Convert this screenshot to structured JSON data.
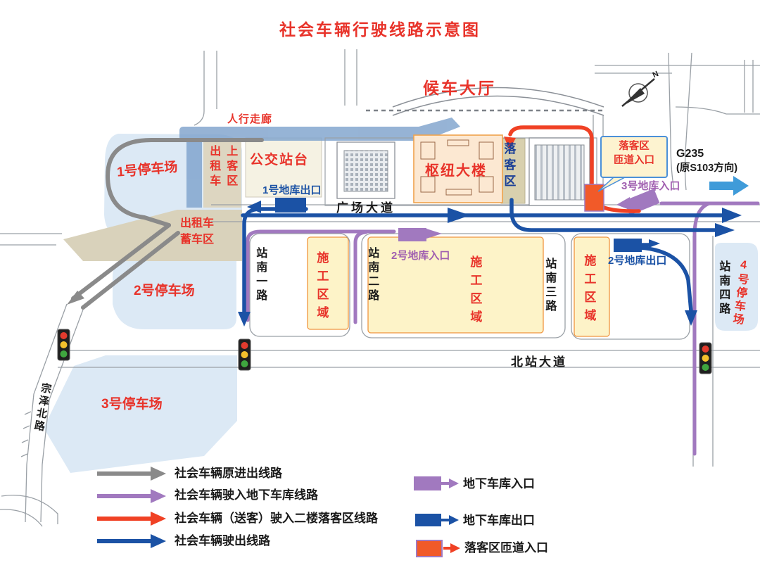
{
  "title": "社会车辆行驶线路示意图",
  "map": {
    "hall": "候车大厅",
    "corridor": "人行走廊",
    "parking1": "1号停车场",
    "parking2": "2号停车场",
    "parking3": "3号停车场",
    "parking4": "4号停车场",
    "taxi_pickup_col1": "出租车",
    "taxi_pickup_col2": "上客区",
    "bus_platform": "公交站台",
    "taxi_queue_line1": "出租车",
    "taxi_queue_line2": "蓄车区",
    "garage1_exit": "1号地库出口",
    "garage2_entry": "2号地库入口",
    "garage2_exit": "2号地库出口",
    "garage3_entry": "3号地库入口",
    "hub_building": "枢纽大楼",
    "dropoff_zone": "落客区",
    "dropoff_ramp_callout_line1": "落客区",
    "dropoff_ramp_callout_line2": "匝道入口",
    "g235_line1": "G235",
    "g235_line2": "(原S103方向)",
    "square_avenue": "广场大道",
    "north_avenue": "北站大道",
    "zongze_road": "宗泽北路",
    "road_south1": "站南一路",
    "road_south2": "站南二路",
    "road_south3": "站南三路",
    "road_south4": "站南四路",
    "construction_area": "施工区域",
    "compass_n": "N"
  },
  "legend": {
    "routes": [
      {
        "label": "社会车辆原进出线路",
        "color": "#8a8a8a"
      },
      {
        "label": "社会车辆驶入地下车库线路",
        "color": "#a179bf"
      },
      {
        "label": "社会车辆（送客）驶入二楼落客区线路",
        "color": "#f04124"
      },
      {
        "label": "社会车辆驶出线路",
        "color": "#1b52a5"
      }
    ],
    "markers": [
      {
        "label": "地下车库入口",
        "color": "#a179bf"
      },
      {
        "label": "地下车库出口",
        "color": "#1b52a5"
      },
      {
        "label": "落客区匝道入口",
        "color": "#f15a29"
      }
    ]
  },
  "colors": {
    "accent_red": "#e8332a",
    "route_gray": "#8a8a8a",
    "route_purple": "#a179bf",
    "route_red": "#f04124",
    "route_blue": "#1b52a5",
    "ramp_marker_orange": "#f15a29",
    "g235_arrow_blue": "#3f9bd9",
    "parking_area_fill": "#dce9f5",
    "construction_fill": "#fdf3c8",
    "construction_border": "#f0953f",
    "taxi_area_fill": "#d9d2bb",
    "hub_fill": "#fce8d2",
    "hub_border": "#f0a24c",
    "dropoff_fill": "#d8d0ae",
    "corridor_fill": "#7fa3cd",
    "callout_fill": "#fdf3d0",
    "callout_border": "#4a90d9"
  }
}
